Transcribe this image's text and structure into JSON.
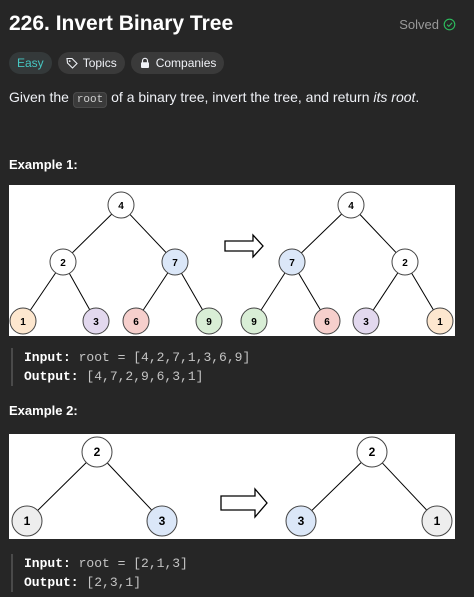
{
  "header": {
    "title": "226. Invert Binary Tree",
    "solved_label": "Solved"
  },
  "tags": {
    "difficulty": "Easy",
    "topics": "Topics",
    "companies": "Companies"
  },
  "description": {
    "before": "Given the ",
    "code": "root",
    "middle": " of a binary tree, invert the tree, and return ",
    "italic": "its root",
    "end": "."
  },
  "examples": [
    {
      "title": "Example 1:",
      "input_label": "Input:",
      "input_value": "root = [4,2,7,1,3,6,9]",
      "output_label": "Output:",
      "output_value": "[4,7,2,9,6,3,1]",
      "left_tree": [
        "4",
        "2",
        "7",
        "1",
        "3",
        "6",
        "9"
      ],
      "right_tree": [
        "4",
        "7",
        "2",
        "9",
        "6",
        "3",
        "1"
      ]
    },
    {
      "title": "Example 2:",
      "input_label": "Input:",
      "input_value": "root = [2,1,3]",
      "output_label": "Output:",
      "output_value": "[2,3,1]",
      "left_tree": [
        "2",
        "1",
        "3"
      ],
      "right_tree": [
        "2",
        "3",
        "1"
      ]
    }
  ],
  "colors": {
    "accent_easy": "#46c6c2",
    "solved_check": "#2cbb5d",
    "node_white": "#ffffff",
    "node_orange": "#fde7cf",
    "node_purple": "#e2d8ee",
    "node_red": "#f6cfcc",
    "node_green": "#d9eed6",
    "node_blue": "#dbe7f8"
  }
}
